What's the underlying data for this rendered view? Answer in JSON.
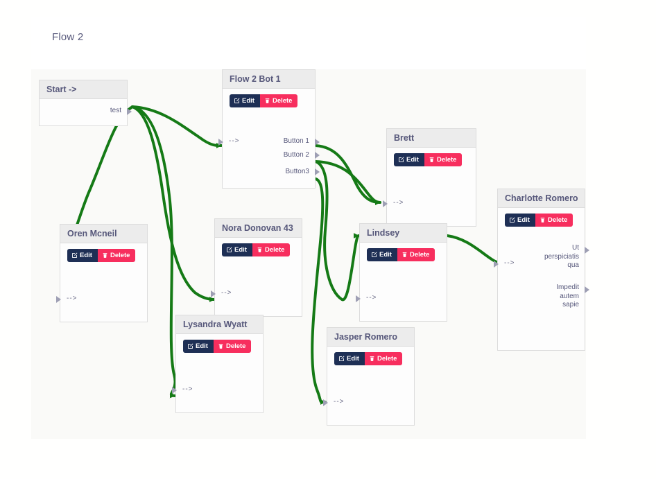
{
  "header": {
    "title": "Flow 2"
  },
  "canvas": {
    "background": "#fafaf8",
    "edge_color": "#157a16",
    "node_header_bg": "#ececec",
    "edit_color": "#1e2f55",
    "delete_color": "#f72e5e"
  },
  "buttons": {
    "edit_label": "Edit",
    "delete_label": "Delete",
    "edit_icon": "pencil-square-icon",
    "delete_icon": "trash-icon"
  },
  "nodes": [
    {
      "id": "start",
      "title": "Start ->",
      "has_actions": false,
      "inputs": [],
      "outputs": [
        "test"
      ]
    },
    {
      "id": "flow2bot1",
      "title": "Flow 2 Bot 1",
      "has_actions": true,
      "inputs": [
        "-->"
      ],
      "outputs": [
        "Button 1",
        "Button 2",
        "Button3"
      ]
    },
    {
      "id": "oren",
      "title": "Oren Mcneil",
      "has_actions": true,
      "inputs": [
        "-->"
      ],
      "outputs": []
    },
    {
      "id": "nora",
      "title": "Nora Donovan 43",
      "has_actions": true,
      "inputs": [
        "-->"
      ],
      "outputs": []
    },
    {
      "id": "lysandra",
      "title": "Lysandra Wyatt",
      "has_actions": true,
      "inputs": [
        "-->"
      ],
      "outputs": []
    },
    {
      "id": "brett",
      "title": "Brett",
      "has_actions": true,
      "inputs": [
        "-->"
      ],
      "outputs": []
    },
    {
      "id": "lindsey",
      "title": "Lindsey",
      "has_actions": true,
      "inputs": [
        "-->"
      ],
      "outputs": []
    },
    {
      "id": "jasper",
      "title": "Jasper Romero",
      "has_actions": true,
      "inputs": [
        "-->"
      ],
      "outputs": []
    },
    {
      "id": "charlotte",
      "title": "Charlotte Romero",
      "has_actions": true,
      "inputs": [
        "-->"
      ],
      "outputs": [
        "Ut perspiciatis qua",
        "Impedit autem sapie"
      ]
    }
  ],
  "node_labels": {
    "start_title": "Start ->",
    "start_out_test": "test",
    "bot_title": "Flow 2 Bot 1",
    "bot_in": "-->",
    "bot_out_1": "Button 1",
    "bot_out_2": "Button 2",
    "bot_out_3": "Button3",
    "oren_title": "Oren Mcneil",
    "oren_in": "-->",
    "nora_title": "Nora Donovan 43",
    "nora_in": "-->",
    "lysandra_title": "Lysandra Wyatt",
    "lysandra_in": "-->",
    "brett_title": "Brett",
    "brett_in": "-->",
    "lindsey_title": "Lindsey",
    "lindsey_in": "-->",
    "jasper_title": "Jasper Romero",
    "jasper_in": "-->",
    "charlotte_title": "Charlotte Romero",
    "charlotte_in": "-->",
    "charlotte_out_1_l1": "Ut",
    "charlotte_out_1_l2": "perspiciatis",
    "charlotte_out_1_l3": "qua",
    "charlotte_out_2_l1": "Impedit",
    "charlotte_out_2_l2": "autem",
    "charlotte_out_2_l3": "sapie"
  },
  "edges": [
    {
      "from": "start.test",
      "to": "oren.in"
    },
    {
      "from": "start.test",
      "to": "nora.in"
    },
    {
      "from": "start.test",
      "to": "lysandra.in"
    },
    {
      "from": "start.test",
      "to": "flow2bot1.in"
    },
    {
      "from": "flow2bot1.button1",
      "to": "brett.in"
    },
    {
      "from": "flow2bot1.button2",
      "to": "brett.in"
    },
    {
      "from": "flow2bot1.button2",
      "to": "lindsey.in"
    },
    {
      "from": "flow2bot1.button3",
      "to": "jasper.in"
    },
    {
      "from": "lindsey.out",
      "to": "charlotte.in"
    },
    {
      "from": "brett.out",
      "to": "lindsey.in"
    }
  ]
}
